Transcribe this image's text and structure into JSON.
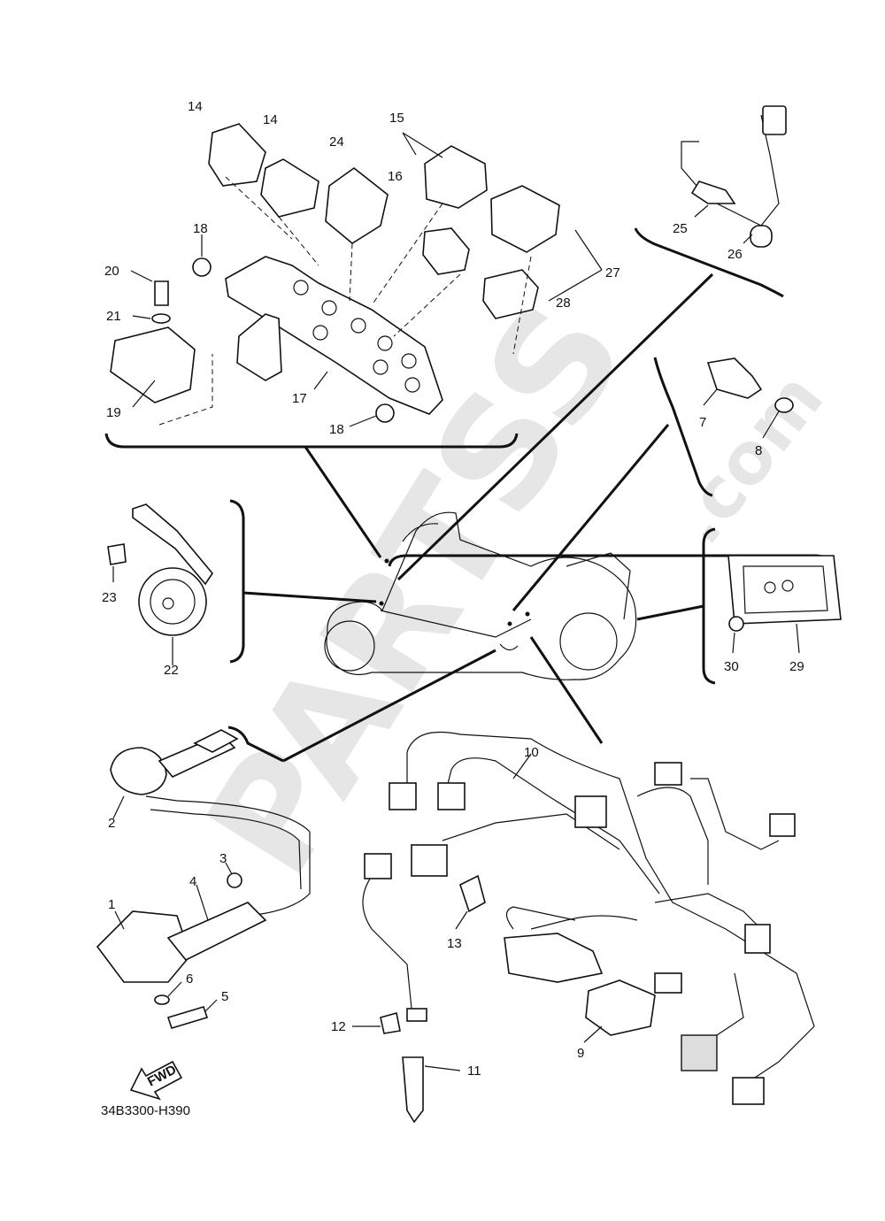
{
  "diagram": {
    "drawing_code": "34B3300-H390",
    "fwd_label": "FWD",
    "watermark": {
      "main": "PARTSS",
      "suffix": ".com"
    },
    "callouts": [
      {
        "id": "c14a",
        "text": "14"
      },
      {
        "id": "c14b",
        "text": "14"
      },
      {
        "id": "c24",
        "text": "24"
      },
      {
        "id": "c15",
        "text": "15"
      },
      {
        "id": "c16",
        "text": "16"
      },
      {
        "id": "c27",
        "text": "27"
      },
      {
        "id": "c28",
        "text": "28"
      },
      {
        "id": "c18a",
        "text": "18"
      },
      {
        "id": "c20",
        "text": "20"
      },
      {
        "id": "c21",
        "text": "21"
      },
      {
        "id": "c19",
        "text": "19"
      },
      {
        "id": "c17",
        "text": "17"
      },
      {
        "id": "c18b",
        "text": "18"
      },
      {
        "id": "c25",
        "text": "25"
      },
      {
        "id": "c26",
        "text": "26"
      },
      {
        "id": "c7",
        "text": "7"
      },
      {
        "id": "c8",
        "text": "8"
      },
      {
        "id": "c23",
        "text": "23"
      },
      {
        "id": "c22",
        "text": "22"
      },
      {
        "id": "c30",
        "text": "30"
      },
      {
        "id": "c29",
        "text": "29"
      },
      {
        "id": "c10",
        "text": "10"
      },
      {
        "id": "c2",
        "text": "2"
      },
      {
        "id": "c3",
        "text": "3"
      },
      {
        "id": "c4",
        "text": "4"
      },
      {
        "id": "c1",
        "text": "1"
      },
      {
        "id": "c6",
        "text": "6"
      },
      {
        "id": "c5",
        "text": "5"
      },
      {
        "id": "c13",
        "text": "13"
      },
      {
        "id": "c12",
        "text": "12"
      },
      {
        "id": "c11",
        "text": "11"
      },
      {
        "id": "c9",
        "text": "9"
      }
    ]
  }
}
